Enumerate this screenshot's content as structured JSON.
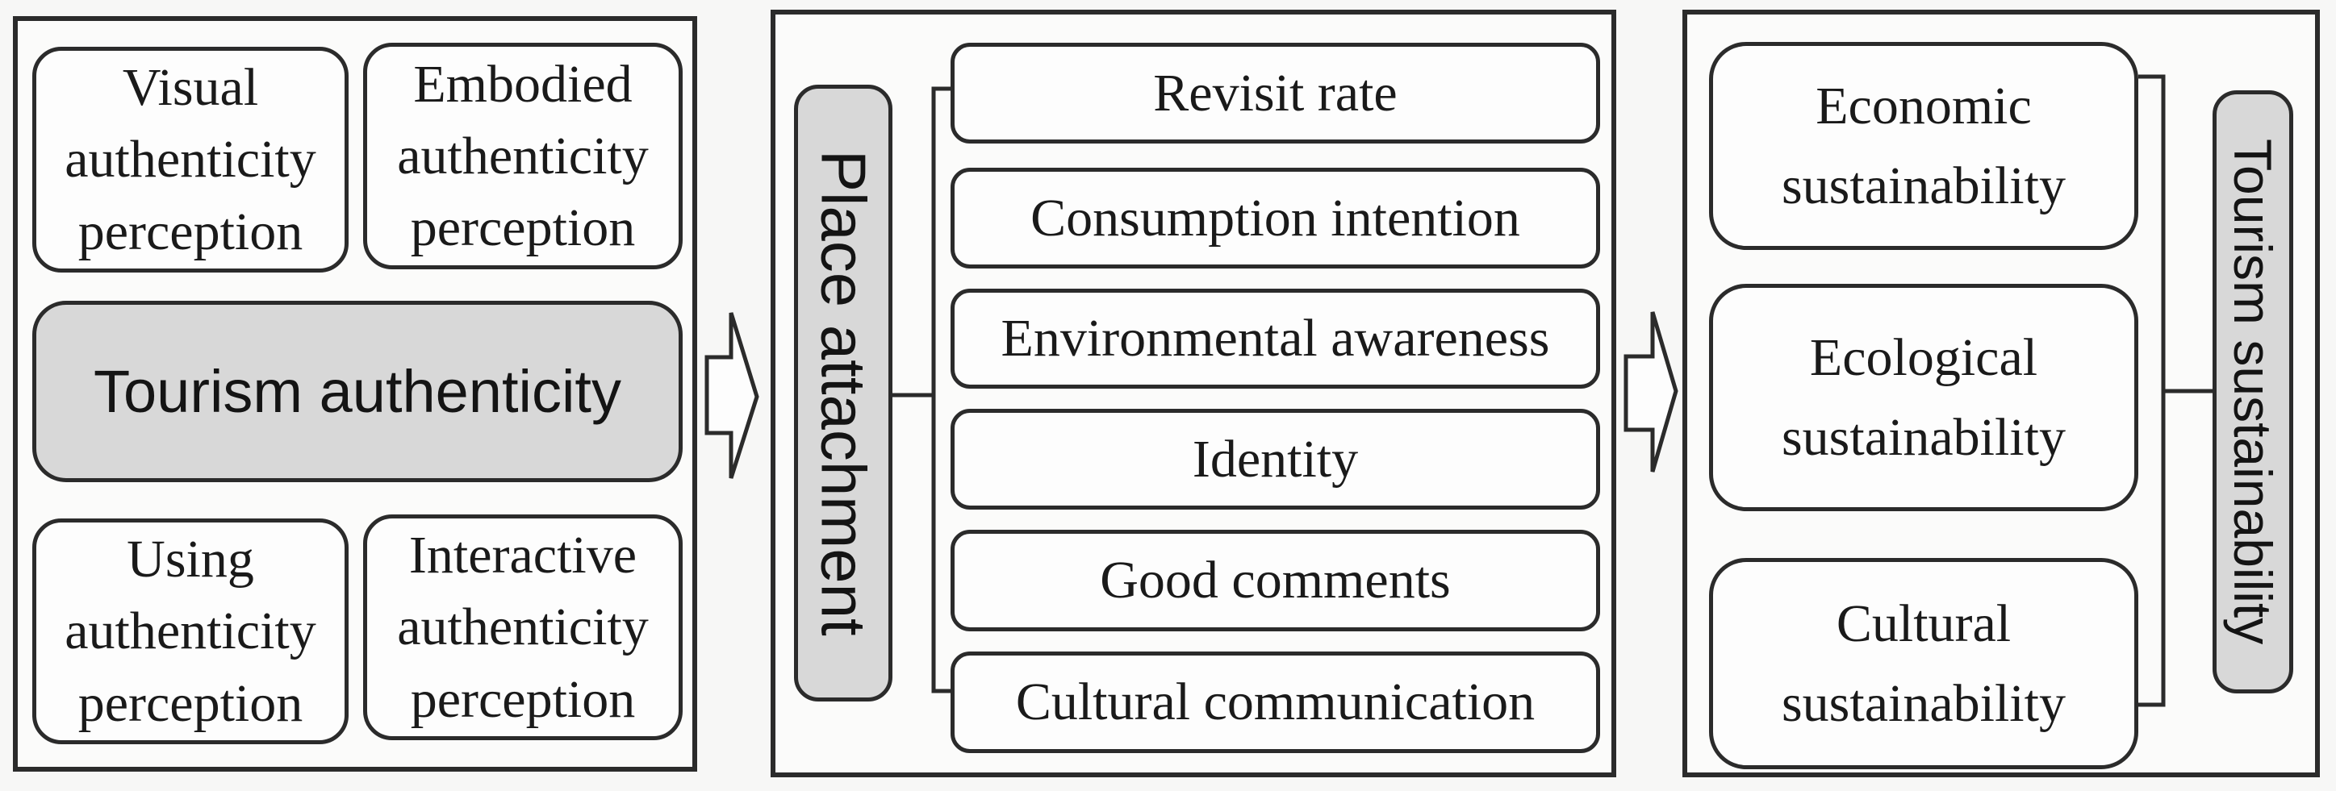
{
  "figure": {
    "left_panel": {
      "top_boxes": [
        "Visual authenticity perception",
        "Embodied authenticity perception"
      ],
      "main_label": "Tourism authenticity",
      "bottom_boxes": [
        "Using authenticity perception",
        "Interactive authenticity perception"
      ]
    },
    "middle_panel": {
      "main_label": "Place attachment",
      "boxes": [
        "Revisit rate",
        "Consumption intention",
        "Environmental awareness",
        "Identity",
        "Good comments",
        "Cultural communication"
      ]
    },
    "right_panel": {
      "boxes": [
        "Economic sustainability",
        "Ecological sustainability",
        "Cultural sustainability"
      ],
      "main_label": "Tourism sustainability"
    },
    "colors": {
      "highlight_fill": "#d8d8d8",
      "box_fill": "#fdfdfd",
      "line": "#2b2b2b"
    }
  }
}
